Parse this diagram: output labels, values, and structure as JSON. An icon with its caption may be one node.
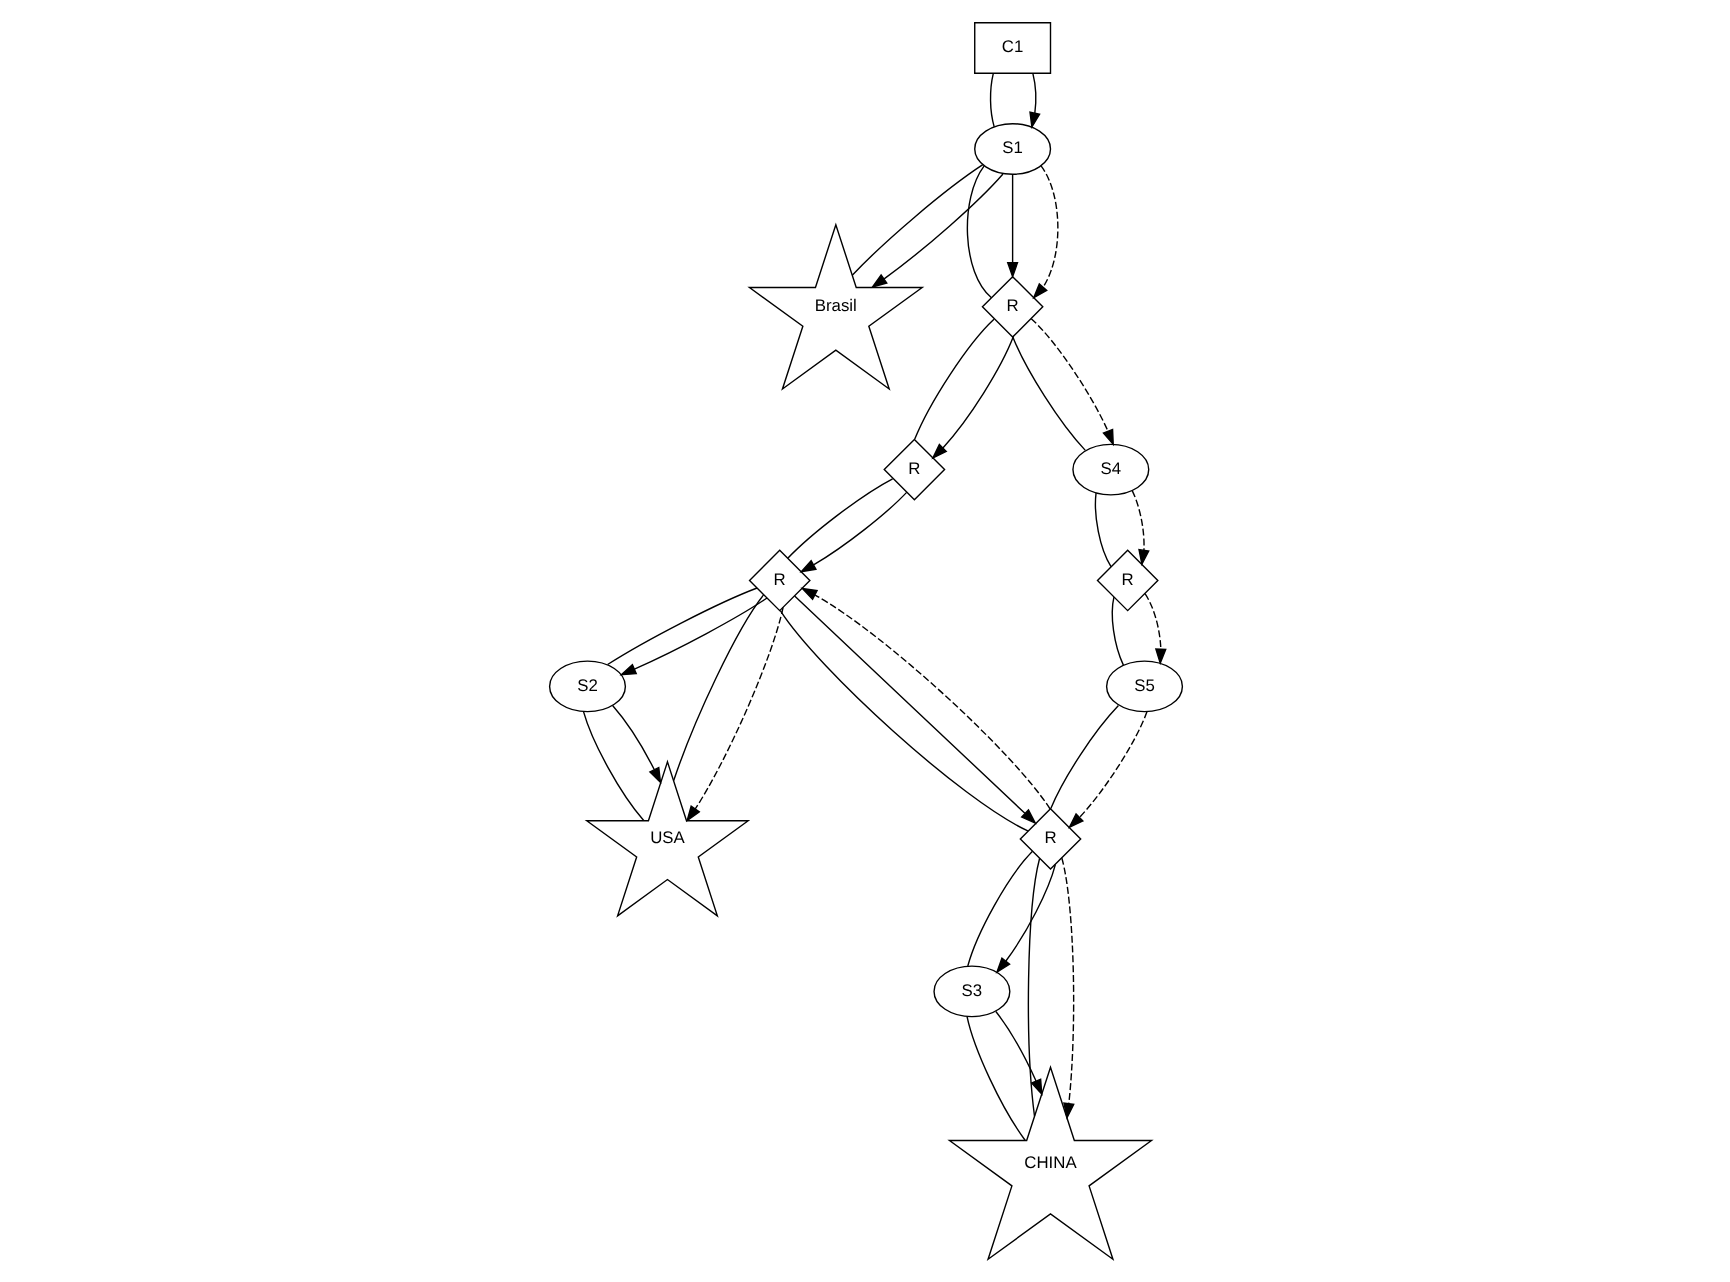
{
  "diagram": {
    "nodes": [
      {
        "text": [
          "C1"
        ]
      },
      {
        "text": [
          "S1"
        ]
      },
      {
        "text": [
          "Brasil"
        ]
      },
      {
        "text": [
          "R"
        ]
      },
      {
        "text": [
          "R"
        ]
      },
      {
        "text": [
          "S4"
        ]
      },
      {
        "text": [
          "S2"
        ]
      },
      {
        "text": [
          "R"
        ]
      },
      {
        "text": [
          "R"
        ]
      },
      {
        "text": [
          "USA"
        ]
      },
      {
        "text": [
          "R"
        ]
      },
      {
        "text": [
          "S5"
        ]
      },
      {
        "text": [
          "S3"
        ]
      },
      {
        "text": [
          "CHINA"
        ]
      }
    ],
    "edges": [
      {
        "from": 0,
        "to": 1,
        "arrow": "none"
      },
      {
        "from": 0,
        "to": 1,
        "arrow": "to"
      },
      {
        "from": 1,
        "to": 2,
        "arrow": "none"
      },
      {
        "from": 1,
        "to": 2,
        "arrow": "to"
      },
      {
        "from": 1,
        "to": 3,
        "arrow": "none"
      },
      {
        "from": 1,
        "to": 3,
        "arrow": "to"
      },
      {
        "from": 1,
        "to": 3,
        "arrow": "to",
        "style": "dashed"
      },
      {
        "from": 3,
        "to": 4,
        "arrow": "none"
      },
      {
        "from": 3,
        "to": 4,
        "arrow": "to"
      },
      {
        "from": 3,
        "to": 5,
        "arrow": "none"
      },
      {
        "from": 3,
        "to": 5,
        "arrow": "to",
        "style": "dashed"
      },
      {
        "from": 4,
        "to": 7,
        "arrow": "none"
      },
      {
        "from": 4,
        "to": 7,
        "arrow": "to"
      },
      {
        "from": 7,
        "to": 6,
        "arrow": "none"
      },
      {
        "from": 7,
        "to": 6,
        "arrow": "to"
      },
      {
        "from": 6,
        "to": 9,
        "arrow": "none"
      },
      {
        "from": 6,
        "to": 9,
        "arrow": "to"
      },
      {
        "from": 7,
        "to": 9,
        "arrow": "none"
      },
      {
        "from": 7,
        "to": 9,
        "arrow": "to",
        "style": "dashed"
      },
      {
        "from": 7,
        "to": 8,
        "arrow": "none"
      },
      {
        "from": 7,
        "to": 8,
        "arrow": "to"
      },
      {
        "from": 8,
        "to": 7,
        "arrow": "to",
        "style": "dashed"
      },
      {
        "from": 5,
        "to": 10,
        "arrow": "none"
      },
      {
        "from": 5,
        "to": 10,
        "arrow": "to",
        "style": "dashed"
      },
      {
        "from": 10,
        "to": 11,
        "arrow": "none"
      },
      {
        "from": 10,
        "to": 11,
        "arrow": "to",
        "style": "dashed"
      },
      {
        "from": 11,
        "to": 8,
        "arrow": "none"
      },
      {
        "from": 11,
        "to": 8,
        "arrow": "to",
        "style": "dashed"
      },
      {
        "from": 8,
        "to": 12,
        "arrow": "none"
      },
      {
        "from": 8,
        "to": 12,
        "arrow": "to"
      },
      {
        "from": 12,
        "to": 13,
        "arrow": "none"
      },
      {
        "from": 12,
        "to": 13,
        "arrow": "to"
      },
      {
        "from": 8,
        "to": 13,
        "arrow": "none"
      },
      {
        "from": 8,
        "to": 13,
        "arrow": "to",
        "style": "dashed"
      }
    ]
  }
}
